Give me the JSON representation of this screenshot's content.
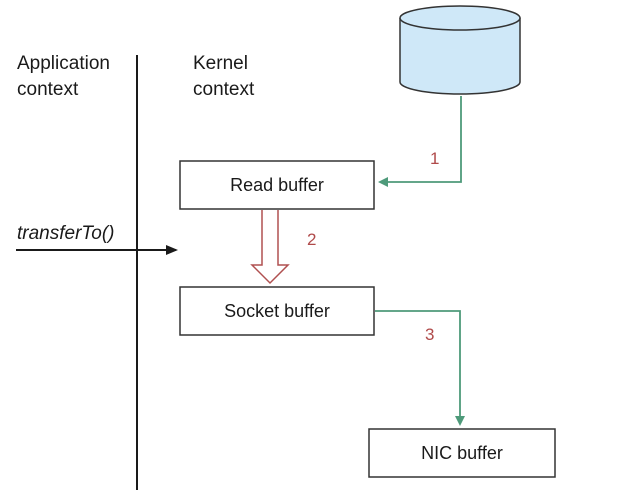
{
  "labels": {
    "application_context_line1": "Application",
    "application_context_line2": "context",
    "kernel_context_line1": "Kernel",
    "kernel_context_line2": "context",
    "call": "transferTo()"
  },
  "boxes": {
    "read_buffer": "Read buffer",
    "socket_buffer": "Socket buffer",
    "nic_buffer": "NIC buffer"
  },
  "steps": {
    "step1": "1",
    "step2": "2",
    "step3": "3"
  },
  "colors": {
    "disk_fill": "#cfe8f8",
    "dma_arrow": "#4e9a7a",
    "step_number": "#b04a4a",
    "box_stroke": "#333333",
    "copy_arrow": "#b05050"
  }
}
